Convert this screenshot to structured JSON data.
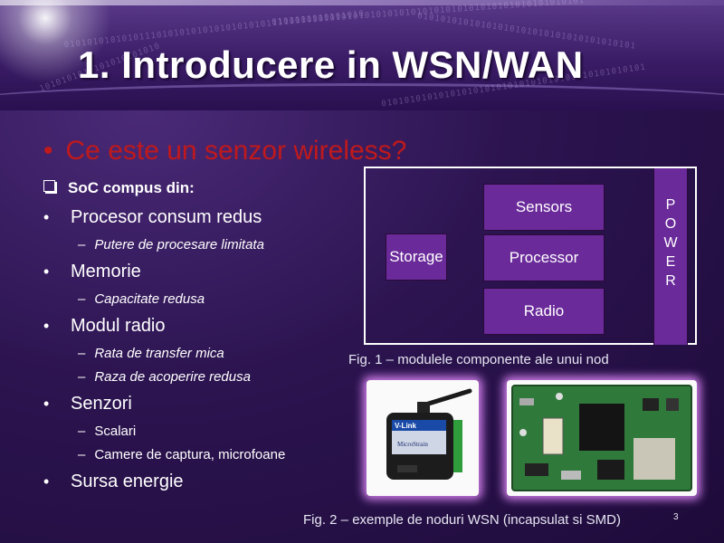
{
  "slide": {
    "title": "1. Introducere in WSN/WAN",
    "page_number": "3",
    "question": "Ce este un senzor wireless?",
    "soc_heading": "SoC compus din:",
    "sections": [
      {
        "label": "Procesor consum redus",
        "subs": [
          {
            "text": "Putere de procesare limitata",
            "italic": true
          }
        ]
      },
      {
        "label": "Memorie",
        "subs": [
          {
            "text": "Capacitate redusa",
            "italic": true
          }
        ]
      },
      {
        "label": "Modul radio",
        "subs": [
          {
            "text": "Rata de transfer mica",
            "italic": true
          },
          {
            "text": "Raza de acoperire redusa",
            "italic": true
          }
        ]
      },
      {
        "label": "Senzori",
        "subs": [
          {
            "text": "Scalari",
            "italic": false
          },
          {
            "text": "Camere de captura, microfoane",
            "italic": false
          }
        ]
      },
      {
        "label": "Sursa energie",
        "subs": []
      }
    ]
  },
  "diagram": {
    "storage": "Storage",
    "sensors": "Sensors",
    "processor": "Processor",
    "radio": "Radio",
    "power": "POWER",
    "caption": "Fig. 1 – modulele componente ale unui nod"
  },
  "photos": {
    "vlink_label": "V-Link",
    "vlink_brand": "MicroStrain",
    "caption": "Fig. 2 – exemple de noduri WSN (incapsulat si SMD)"
  },
  "colors": {
    "accent_red": "#c0191b",
    "module_purple": "#6a2a9a",
    "glow": "#e68cff"
  }
}
